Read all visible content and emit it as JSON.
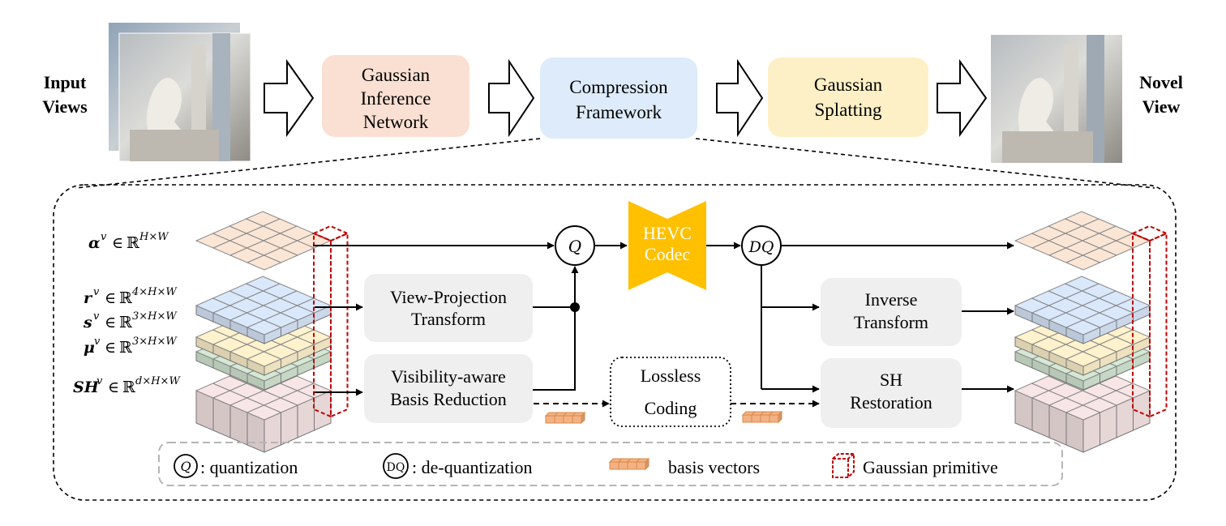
{
  "top": {
    "input_label": [
      "Input",
      "Views"
    ],
    "novel_label": [
      "Novel",
      "View"
    ],
    "boxes": [
      {
        "lines": [
          "Gaussian",
          "Inference",
          "Network"
        ],
        "color": "#fae0d2"
      },
      {
        "lines": [
          "Compression",
          "Framework"
        ],
        "color": "#ddebfa"
      },
      {
        "lines": [
          "Gaussian",
          "Splatting"
        ],
        "color": "#fdf0c6"
      }
    ]
  },
  "inputs": [
    {
      "symbol": "α",
      "sup": "v",
      "space": "ℝ",
      "dims": "H×W"
    },
    {
      "symbol": "r",
      "sup": "v",
      "space": "ℝ",
      "dims": "4×H×W"
    },
    {
      "symbol": "s",
      "sup": "v",
      "space": "ℝ",
      "dims": "3×H×W"
    },
    {
      "symbol": "μ",
      "sup": "v",
      "space": "ℝ",
      "dims": "3×H×W"
    },
    {
      "symbol": "SH",
      "sup": "v",
      "space": "ℝ",
      "dims": "d×H×W"
    }
  ],
  "blocks": {
    "view_projection": [
      "View-Projection",
      "Transform"
    ],
    "basis_reduction": [
      "Visibility-aware",
      "Basis Reduction"
    ],
    "lossless": [
      "Lossless",
      "Coding"
    ],
    "inverse": [
      "Inverse",
      "Transform"
    ],
    "sh_restoration": [
      "SH",
      "Restoration"
    ],
    "codec": [
      "HEVC",
      "Codec"
    ],
    "q": "Q",
    "dq": "DQ"
  },
  "legend": {
    "q_symbol": "Q",
    "q_text": ": quantization",
    "dq_symbol": "DQ",
    "dq_text": ": de-quantization",
    "basis_text": "basis vectors",
    "primitive_text": "Gaussian primitive"
  },
  "colors": {
    "codec": "#ffc000",
    "gray_box": "#efefef",
    "alpha_layer": "#fbe6d6",
    "r_layer": "#dae8fc",
    "s_layer": "#fff2cc",
    "mu_layer": "#d5e8d4",
    "sh_layer": "#f8e6e6",
    "primitive": "#c00000",
    "basis": "#f4b183"
  }
}
